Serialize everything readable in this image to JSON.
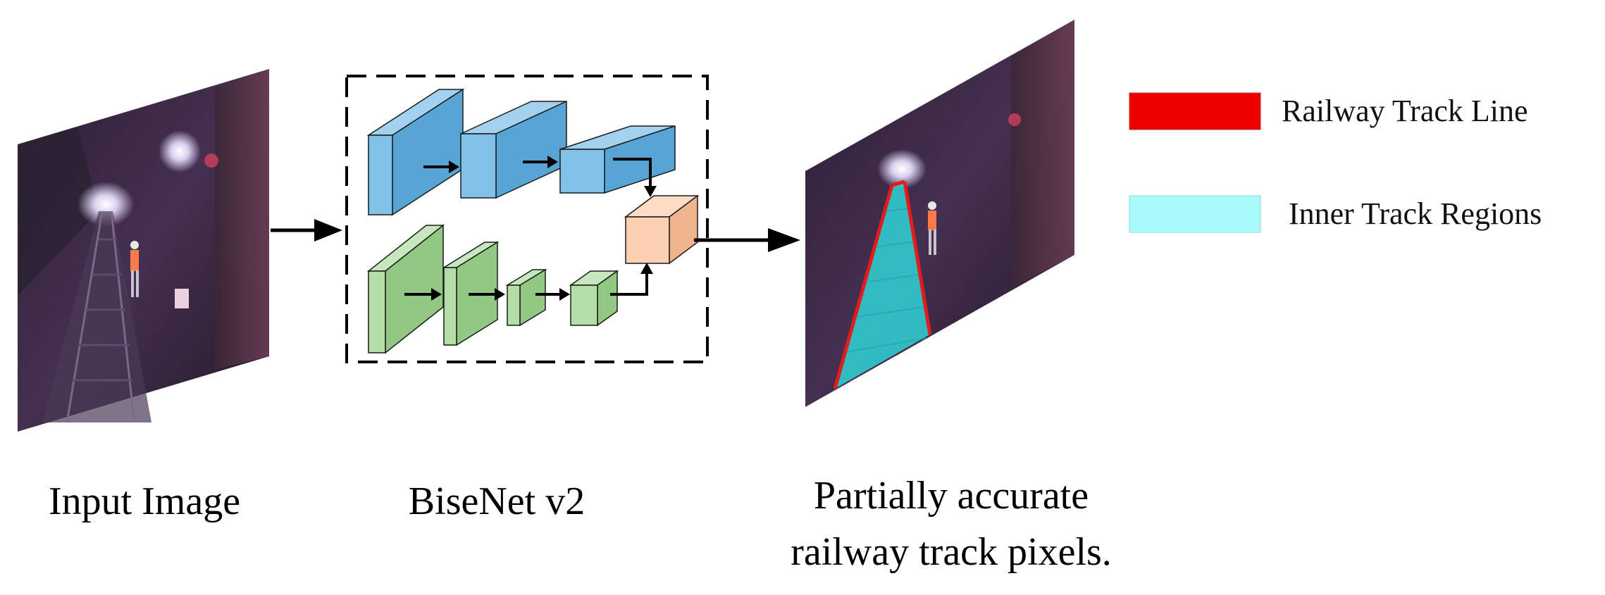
{
  "captions": {
    "input": "Input Image",
    "network": "BiseNet v2",
    "output_line1": "Partially accurate",
    "output_line2": "railway track pixels."
  },
  "legend": [
    {
      "label": "Railway Track Line",
      "color": "#ee0000"
    },
    {
      "label": "Inner Track Regions",
      "color": "#a9fbfb"
    }
  ],
  "colors": {
    "detail_branch": "#5aaee0",
    "semantic_branch": "#9ad38a",
    "fusion_block": "#fbbf95",
    "scene_tint": "#3a2a45"
  }
}
